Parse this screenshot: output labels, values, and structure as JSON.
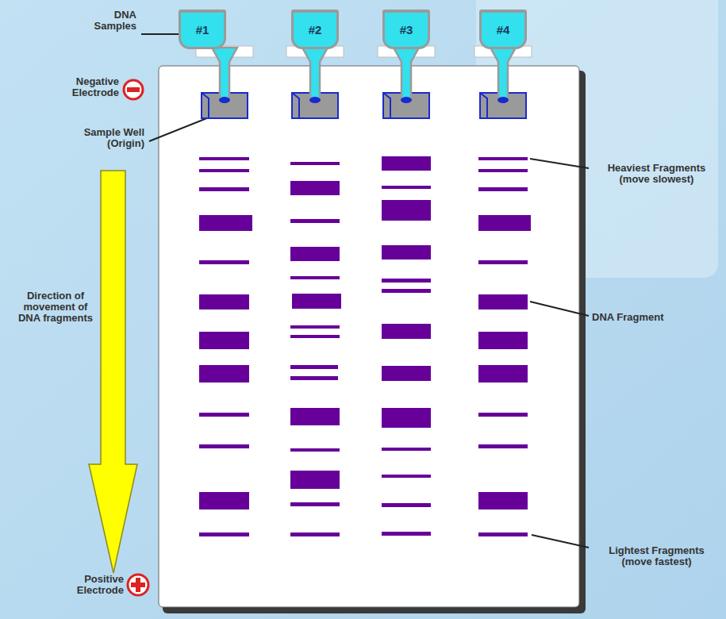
{
  "diagram": {
    "nodes": [
      {
        "text": [
          "#1"
        ]
      },
      {
        "text": [
          "#2"
        ]
      },
      {
        "text": [
          "#3"
        ]
      },
      {
        "text": [
          "#4"
        ]
      }
    ],
    "labels": [
      "DNA Samples",
      "Negative Electrode",
      "Sample Well (Origin)",
      "Direction of movement of DNA fragments",
      "Positive Electrode",
      "Heaviest Fragments (move slowest)",
      "DNA Fragment",
      "Lightest Fragments (move fastest)"
    ]
  }
}
